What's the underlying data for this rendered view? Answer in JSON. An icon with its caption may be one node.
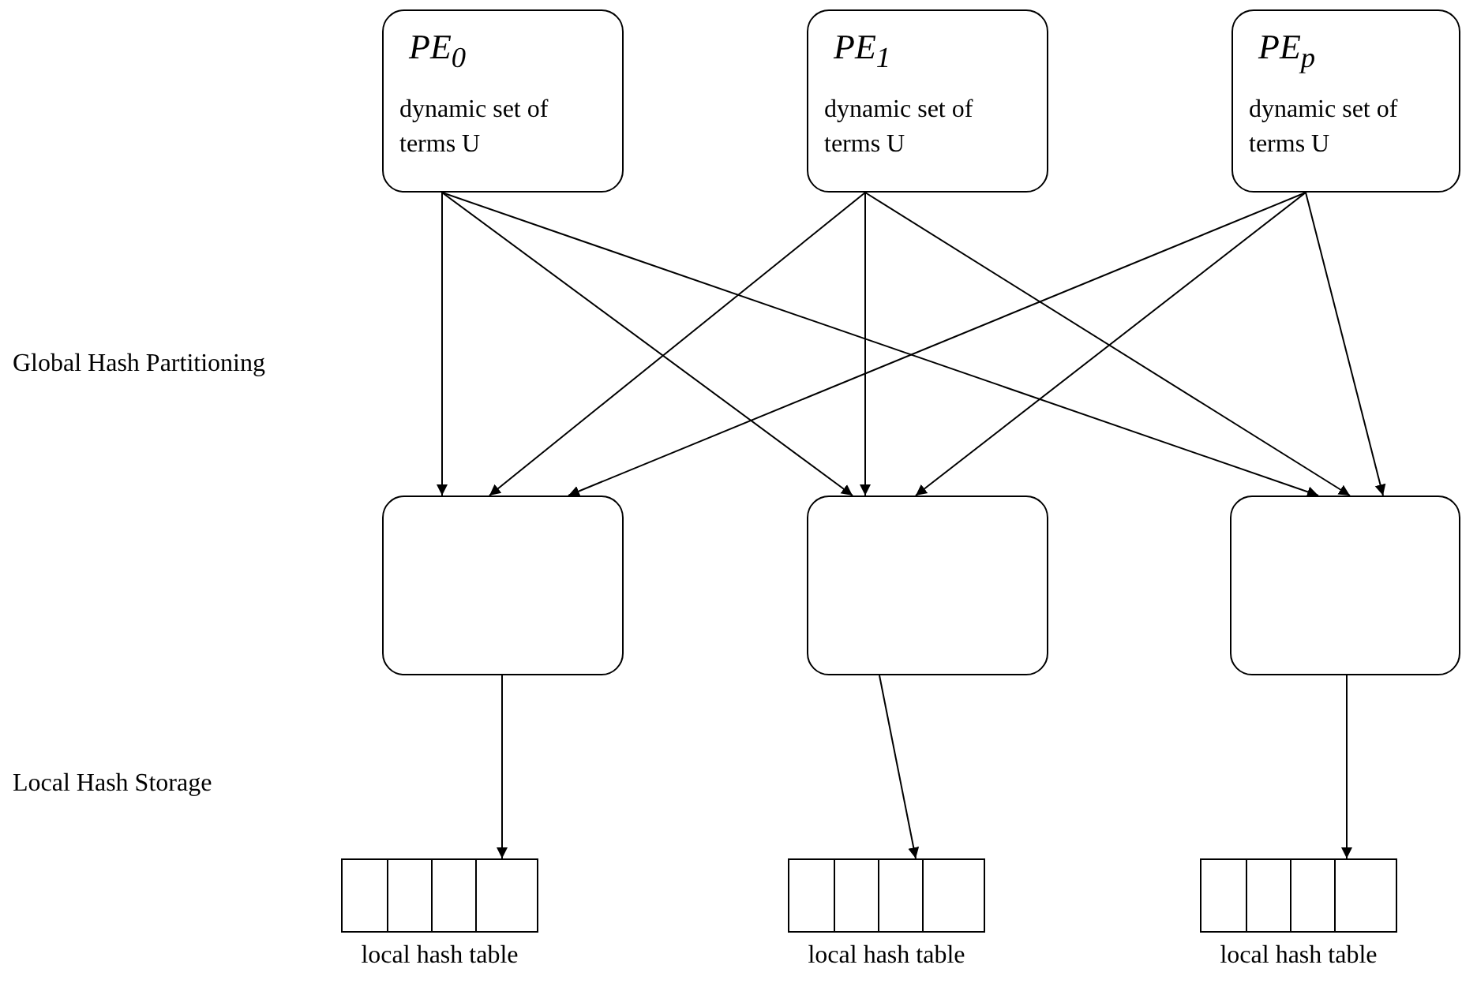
{
  "diagram": {
    "nodes": [
      {
        "text": [
          "PE$_{0}$",
          "dynamic set of terms U"
        ]
      },
      {
        "text": [
          "PE$_{1}$",
          "dynamic set of terms U"
        ]
      },
      {
        "text": [
          "PE$_{p}$",
          "dynamic set of terms U"
        ]
      },
      {
        "text": [],
        "shape": "box"
      },
      {
        "text": [],
        "shape": "box"
      },
      {
        "text": [],
        "shape": "box"
      },
      {
        "text": [],
        "shape": "table",
        "beside": [
          "local hash table"
        ]
      },
      {
        "text": [],
        "shape": "table",
        "beside": [
          "local hash table"
        ]
      },
      {
        "text": [],
        "shape": "table",
        "beside": [
          "local hash table"
        ]
      }
    ],
    "edges": [
      {
        "from": 0,
        "to": 3,
        "arrow": "to"
      },
      {
        "from": 0,
        "to": 4,
        "arrow": "to"
      },
      {
        "from": 0,
        "to": 5,
        "arrow": "to"
      },
      {
        "from": 1,
        "to": 3,
        "arrow": "to"
      },
      {
        "from": 1,
        "to": 4,
        "arrow": "to"
      },
      {
        "from": 1,
        "to": 5,
        "arrow": "to"
      },
      {
        "from": 2,
        "to": 3,
        "arrow": "to"
      },
      {
        "from": 2,
        "to": 4,
        "arrow": "to"
      },
      {
        "from": 2,
        "to": 5,
        "arrow": "to"
      },
      {
        "from": 3,
        "to": 6,
        "arrow": "to"
      },
      {
        "from": 4,
        "to": 7,
        "arrow": "to"
      },
      {
        "from": 5,
        "to": 8,
        "arrow": "to"
      }
    ],
    "labels": [
      "Global Hash Partitioning",
      "Local Hash Storage"
    ]
  }
}
